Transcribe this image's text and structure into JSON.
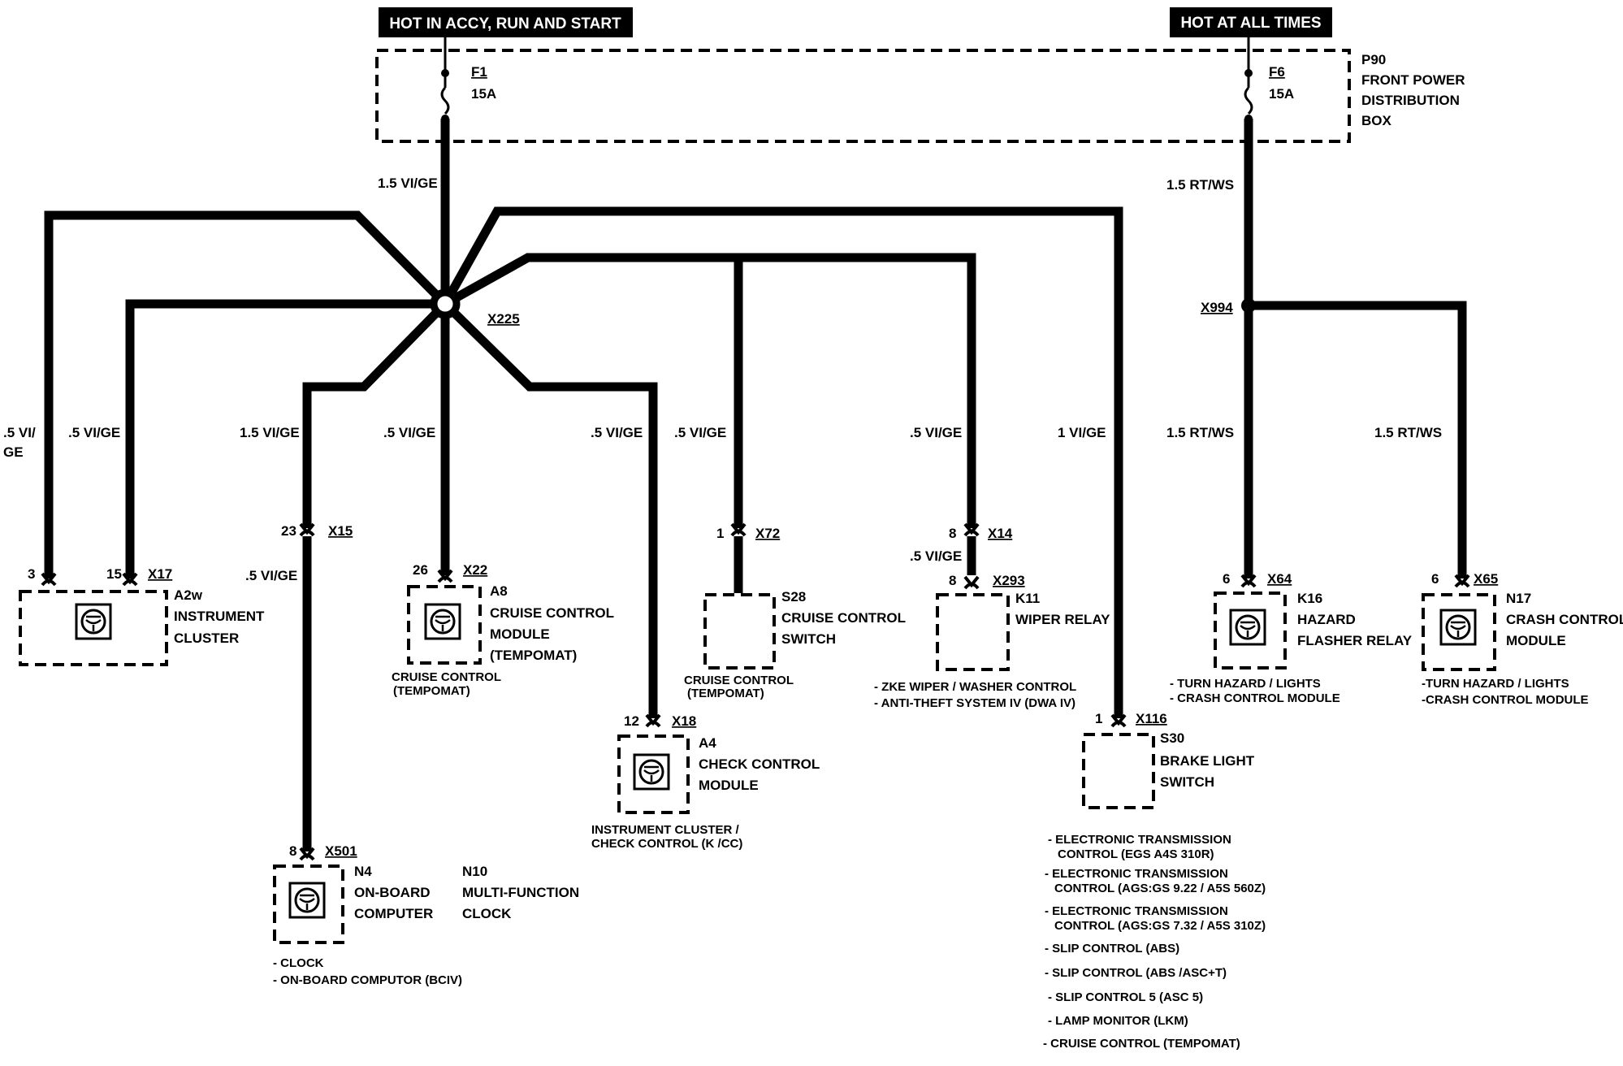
{
  "power": {
    "hot_accy_label": "HOT IN ACCY, RUN AND START",
    "hot_all_label": "HOT AT ALL TIMES",
    "box_id": "P90",
    "box_name_1": "FRONT POWER",
    "box_name_2": "DISTRIBUTION",
    "box_name_3": "BOX",
    "fuse1_id": "F1",
    "fuse1_rating": "15A",
    "fuse2_id": "F6",
    "fuse2_rating": "15A"
  },
  "splices": {
    "main": "X225",
    "right": "X994"
  },
  "wires": {
    "main_feed": "1.5 VI/GE",
    "right_feed": "1.5 RT/WS",
    "w1a": ".5 VI/",
    "w1b": "GE",
    "w2": ".5 VI/GE",
    "w3": "1.5 VI/GE",
    "w3b": ".5 VI/GE",
    "w4": ".5 VI/GE",
    "w5": ".5 VI/GE",
    "w6": ".5 VI/GE",
    "w7": ".5 VI/GE",
    "w7b": ".5 VI/GE",
    "w8": "1 VI/GE",
    "w9": "1.5 RT/WS",
    "w10": "1.5 RT/WS"
  },
  "connectors": {
    "x15_pin": "23",
    "x15": "X15",
    "x72_pin": "1",
    "x72": "X72",
    "x14_pin": "8",
    "x14": "X14",
    "x17_pin_a": "3",
    "x17_pin_b": "15",
    "x17": "X17",
    "x22_pin": "26",
    "x22": "X22",
    "x18_pin": "12",
    "x18": "X18",
    "x293_pin": "8",
    "x293": "X293",
    "x501_pin": "8",
    "x501": "X501",
    "x116_pin": "1",
    "x116": "X116",
    "x64_pin": "6",
    "x64": "X64",
    "x65_pin": "6",
    "x65": "X65"
  },
  "components": {
    "a2w_id": "A2w",
    "a2w_1": "INSTRUMENT",
    "a2w_2": "CLUSTER",
    "a8_id": "A8",
    "a8_1": "CRUISE CONTROL",
    "a8_2": "MODULE",
    "a8_3": "(TEMPOMAT)",
    "a8_note_1": "CRUISE CONTROL",
    "a8_note_2": "(TEMPOMAT)",
    "s28_id": "S28",
    "s28_1": "CRUISE CONTROL",
    "s28_2": "SWITCH",
    "s28_note_1": "CRUISE CONTROL",
    "s28_note_2": "(TEMPOMAT)",
    "k11_id": "K11",
    "k11_1": "WIPER RELAY",
    "k11_note_1": "- ZKE WIPER / WASHER CONTROL",
    "k11_note_2": "- ANTI-THEFT SYSTEM IV (DWA IV)",
    "a4_id": "A4",
    "a4_1": "CHECK CONTROL",
    "a4_2": "MODULE",
    "a4_note_1": "INSTRUMENT  CLUSTER /",
    "a4_note_2": "CHECK CONTROL (K /CC)",
    "n4_id": "N4",
    "n4_1": "ON-BOARD",
    "n4_2": "COMPUTER",
    "n10_id": "N10",
    "n10_1": "MULTI-FUNCTION",
    "n10_2": "CLOCK",
    "n4_note_1": "- CLOCK",
    "n4_note_2": "- ON-BOARD COMPUTOR (BCIV)",
    "s30_id": "S30",
    "s30_1": "BRAKE LIGHT",
    "s30_2": "SWITCH",
    "k16_id": "K16",
    "k16_1": "HAZARD",
    "k16_2": "FLASHER RELAY",
    "k16_note_1": "- TURN HAZARD / LIGHTS",
    "k16_note_2": "- CRASH CONTROL MODULE",
    "n17_id": "N17",
    "n17_1": "CRASH CONTROL",
    "n17_2": "MODULE",
    "n17_note_1": "-TURN HAZARD / LIGHTS",
    "n17_note_2": "-CRASH CONTROL MODULE"
  },
  "s30_notes": [
    "- ELECTRONIC TRANSMISSION",
    "CONTROL (EGS A4S 310R)",
    "- ELECTRONIC TRANSMISSION",
    "CONTROL  (AGS:GS 9.22 / A5S 560Z)",
    "- ELECTRONIC TRANSMISSION",
    "CONTROL  (AGS:GS 7.32 / A5S 310Z)",
    "- SLIP CONTROL (ABS)",
    "- SLIP CONTROL (ABS /ASC+T)",
    "- SLIP CONTROL 5 (ASC 5)",
    "- LAMP MONITOR (LKM)",
    "- CRUISE CONTROL (TEMPOMAT)"
  ]
}
